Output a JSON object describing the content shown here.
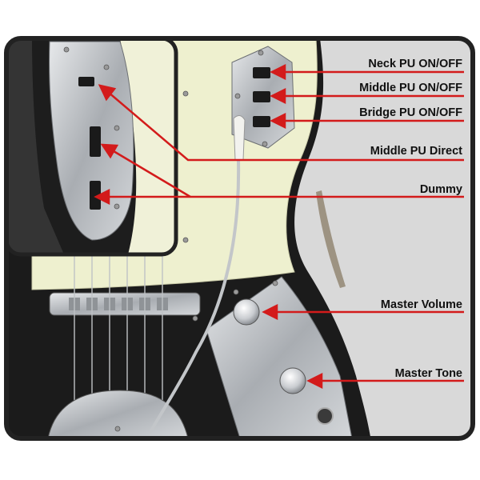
{
  "labels": {
    "neck_pu": "Neck PU ON/OFF",
    "middle_pu": "Middle PU ON/OFF",
    "bridge_pu": "Bridge PU ON/OFF",
    "middle_pu_direct": "Middle PU Direct",
    "dummy": "Dummy",
    "master_volume": "Master Volume",
    "master_tone": "Master Tone"
  },
  "colors": {
    "pointer": "#d31b1b",
    "frame": "#222222",
    "background": "#d9d9d9",
    "guitar_body": "#1b1b1b",
    "pickguard": "#eef0cf",
    "chrome": "#b9bcc0"
  }
}
